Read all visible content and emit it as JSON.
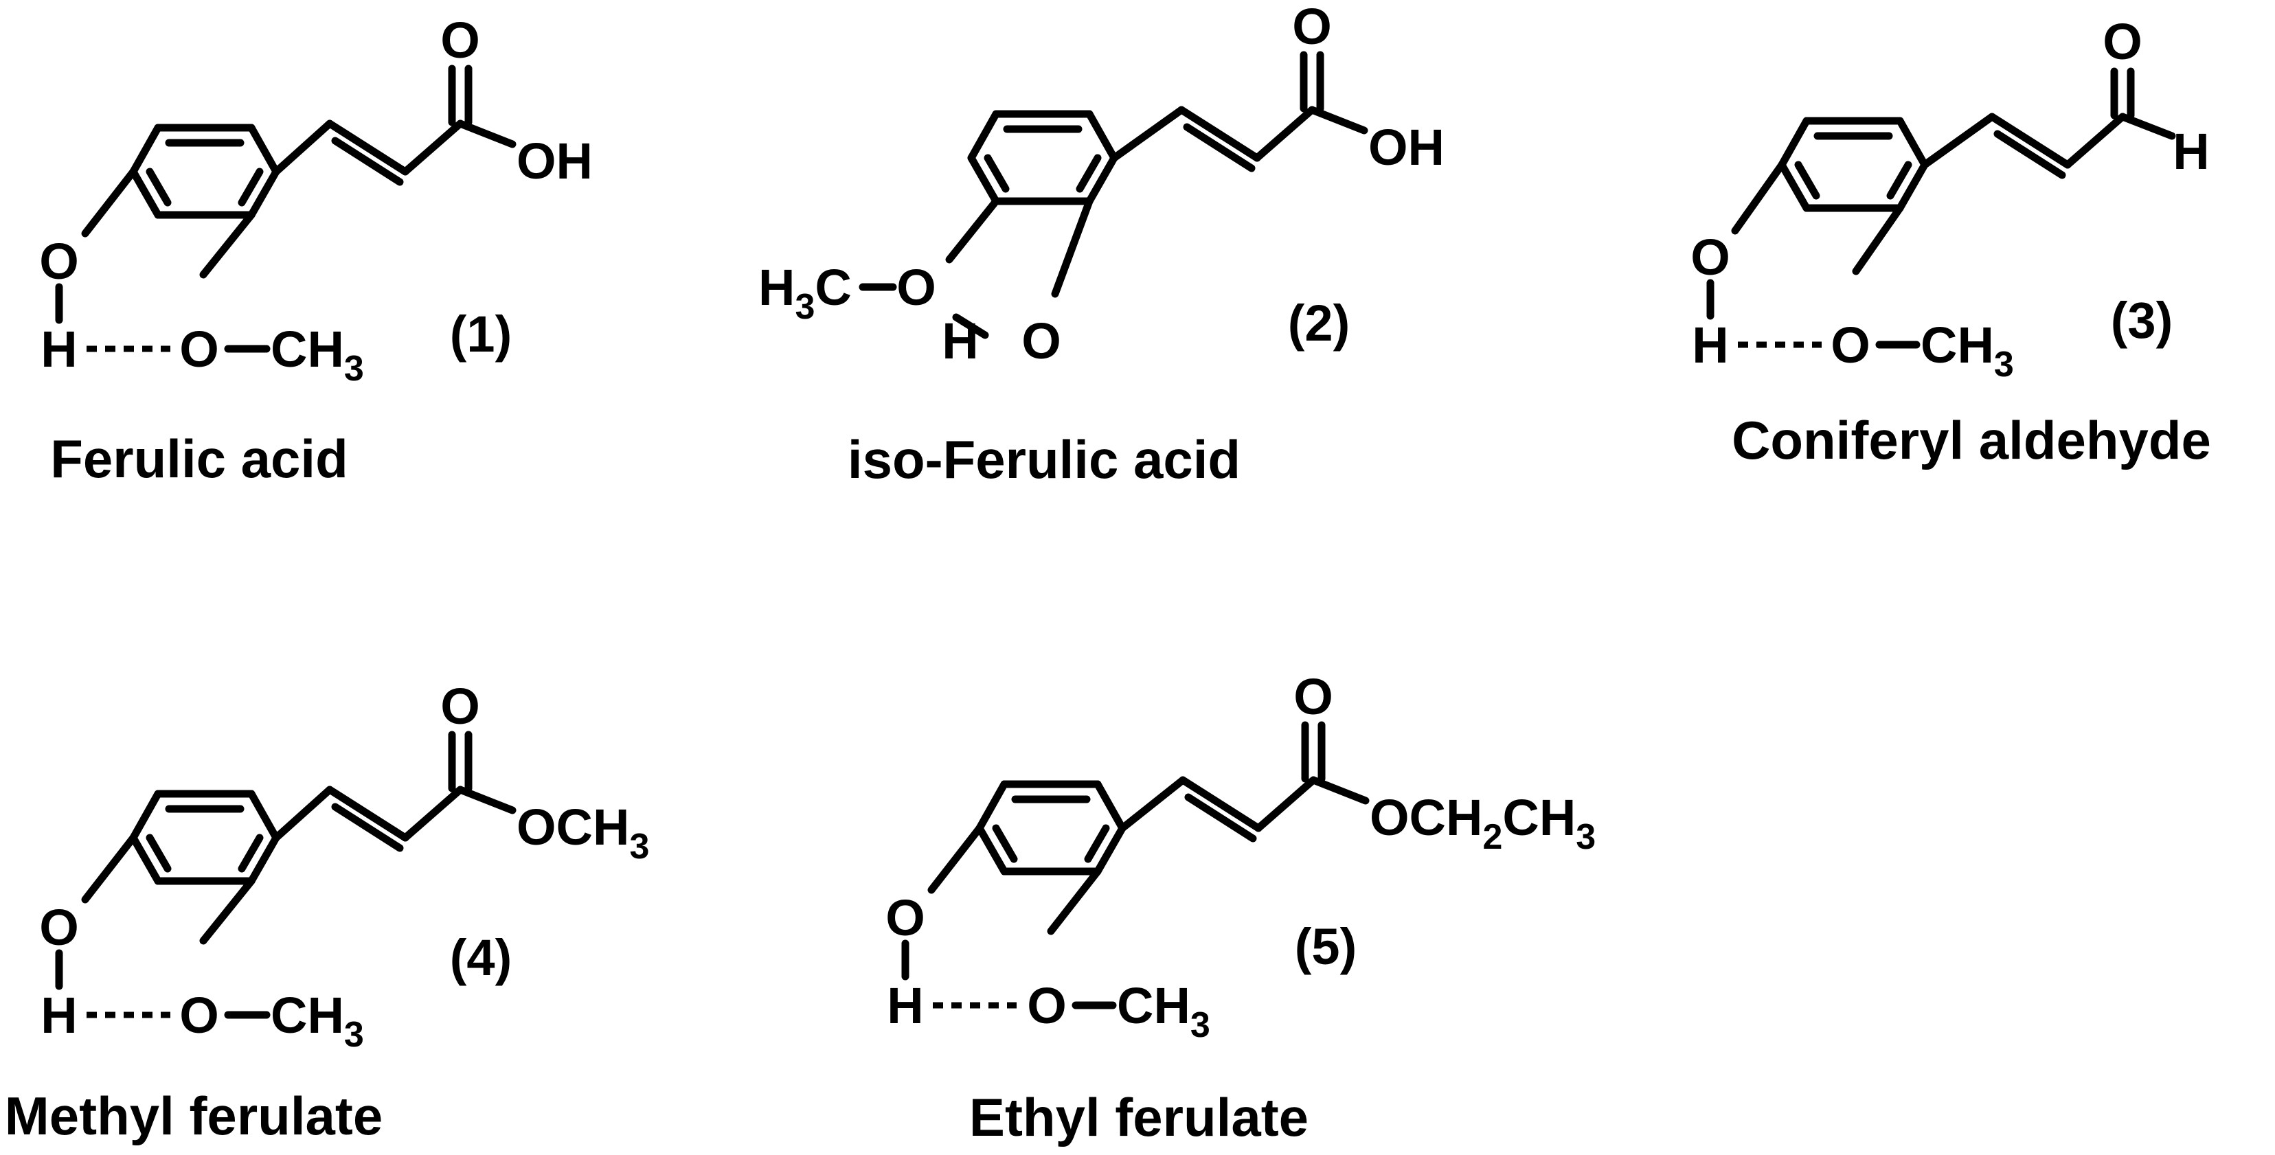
{
  "compounds": [
    {
      "name": "Ferulic acid",
      "number": "(1)",
      "group": "OH",
      "aromatic_substituents": {
        "top": [
          "O"
        ],
        "bottom": [
          "H",
          "O",
          "CH",
          "3"
        ]
      }
    },
    {
      "name": "iso-Ferulic acid",
      "number": "(2)",
      "group": "OH",
      "aromatic_substituents": {
        "left": [
          "H",
          "3",
          "C",
          "O"
        ],
        "bottom": [
          "H",
          "O"
        ]
      }
    },
    {
      "name": "Coniferyl aldehyde",
      "number": "(3)",
      "group": "H",
      "aromatic_substituents": {
        "top": [
          "O"
        ],
        "bottom": [
          "H",
          "O",
          "CH",
          "3"
        ]
      }
    },
    {
      "name": "Methyl ferulate",
      "number": "(4)",
      "group": [
        "OCH",
        "3"
      ],
      "aromatic_substituents": {
        "top": [
          "O"
        ],
        "bottom": [
          "H",
          "O",
          "CH",
          "3"
        ]
      }
    },
    {
      "name": "Ethyl ferulate",
      "number": "(5)",
      "group": [
        "OCH",
        "2",
        "CH",
        "3"
      ],
      "aromatic_substituents": {
        "top": [
          "O"
        ],
        "bottom": [
          "H",
          "O",
          "CH",
          "3"
        ]
      }
    }
  ],
  "atoms": {
    "carbonyl_o": "O"
  }
}
